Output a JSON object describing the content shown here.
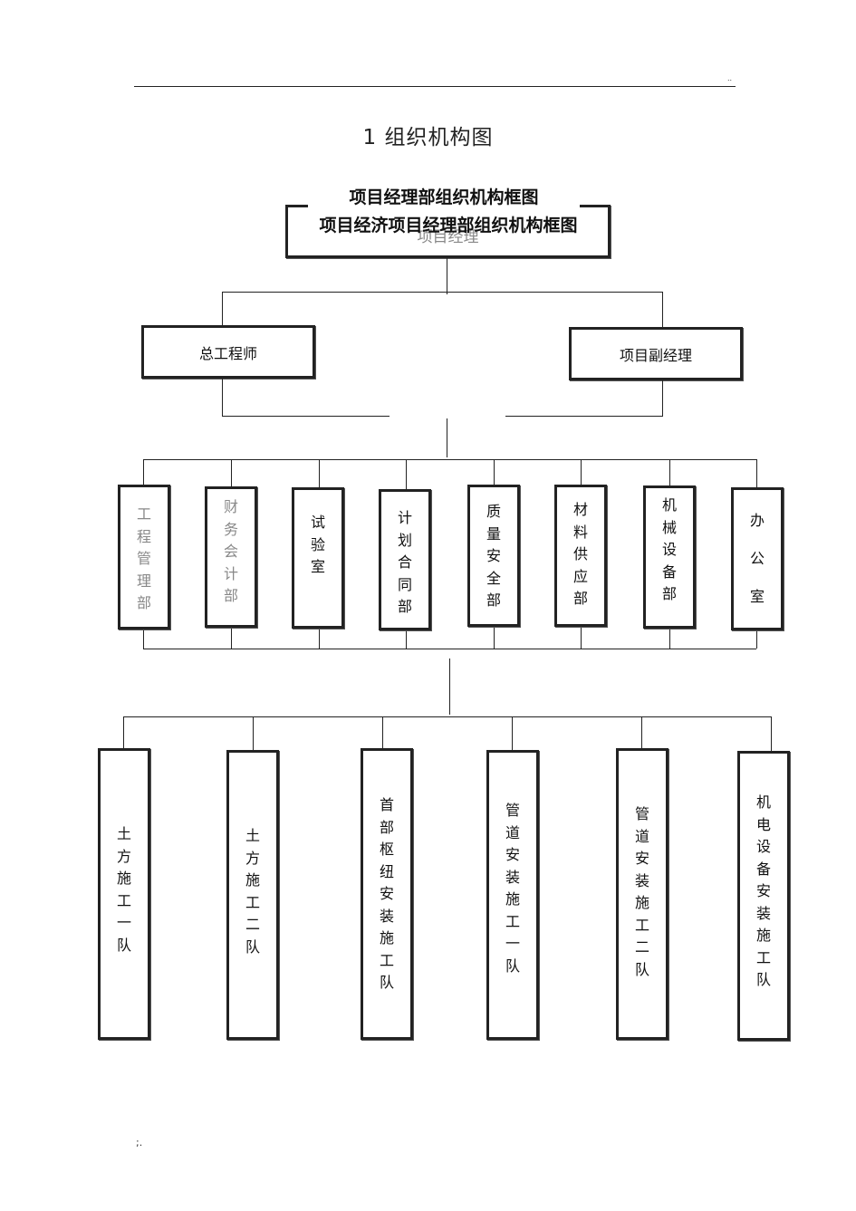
{
  "header": {
    "corner_mark": ".."
  },
  "section_title": "1 组织机构图",
  "chart": {
    "title_top": "项目经理部组织机构框图",
    "title_overlay": "项目经济项目经理部组织机构框图",
    "top_box_hidden_label": "项目经理"
  },
  "level1": [
    {
      "label": "总工程师"
    },
    {
      "label": "项目副经理"
    }
  ],
  "departments": [
    {
      "label": "工程管理部",
      "chars": [
        "工",
        "程",
        "管",
        "理",
        "部"
      ]
    },
    {
      "label": "财务会计部",
      "chars": [
        "财",
        "务",
        "会",
        "计",
        "部"
      ]
    },
    {
      "label": "试验室",
      "chars": [
        "试",
        "验",
        "室"
      ]
    },
    {
      "label": "计划合同部",
      "chars": [
        "计",
        "划",
        "合",
        "同",
        "部"
      ]
    },
    {
      "label": "质量安全部",
      "chars": [
        "质",
        "量",
        "安",
        "全",
        "部"
      ]
    },
    {
      "label": "材料供应部",
      "chars": [
        "材",
        "料",
        "供",
        "应",
        "部"
      ]
    },
    {
      "label": "机械设备部",
      "chars": [
        "机",
        "械",
        "设",
        "备",
        "部"
      ]
    },
    {
      "label": "办公室",
      "chars": [
        "办",
        "公",
        "室"
      ]
    }
  ],
  "teams": [
    {
      "label": "土方施工一队",
      "chars": [
        "土",
        "方",
        "施",
        "工",
        "一",
        "队"
      ]
    },
    {
      "label": "土方施工二队",
      "chars": [
        "土",
        "方",
        "施",
        "工",
        "二",
        "队"
      ]
    },
    {
      "label": "首部枢纽安装施工队",
      "chars": [
        "首",
        "部",
        "枢",
        "纽",
        "安",
        "装",
        "施",
        "工",
        "队"
      ]
    },
    {
      "label": "管道安装施工一队",
      "chars": [
        "管",
        "道",
        "安",
        "装",
        "施",
        "工",
        "一",
        "队"
      ]
    },
    {
      "label": "管道安装施工二队",
      "chars": [
        "管",
        "道",
        "安",
        "装",
        "施",
        "工",
        "二",
        "队"
      ]
    },
    {
      "label": "机电设备安装施工队",
      "chars": [
        "机",
        "电",
        "设",
        "备",
        "安",
        "装",
        "施",
        "工",
        "队"
      ]
    }
  ],
  "footer": {
    "mark": ";."
  }
}
